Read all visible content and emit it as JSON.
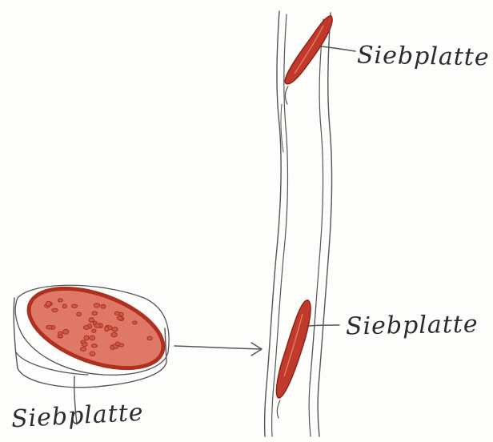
{
  "labels": {
    "top": "Siebplatte",
    "middle": "Siebplatte",
    "bottom": "Siebplatte"
  },
  "colors": {
    "plate_fill": "#e07868",
    "plate_outline": "#b0301f",
    "plate_dark": "#c0392b",
    "pore_fill": "#c85a48",
    "ink": "#555555",
    "paper": "#fdfdfb"
  },
  "pores": {
    "count": 45
  }
}
